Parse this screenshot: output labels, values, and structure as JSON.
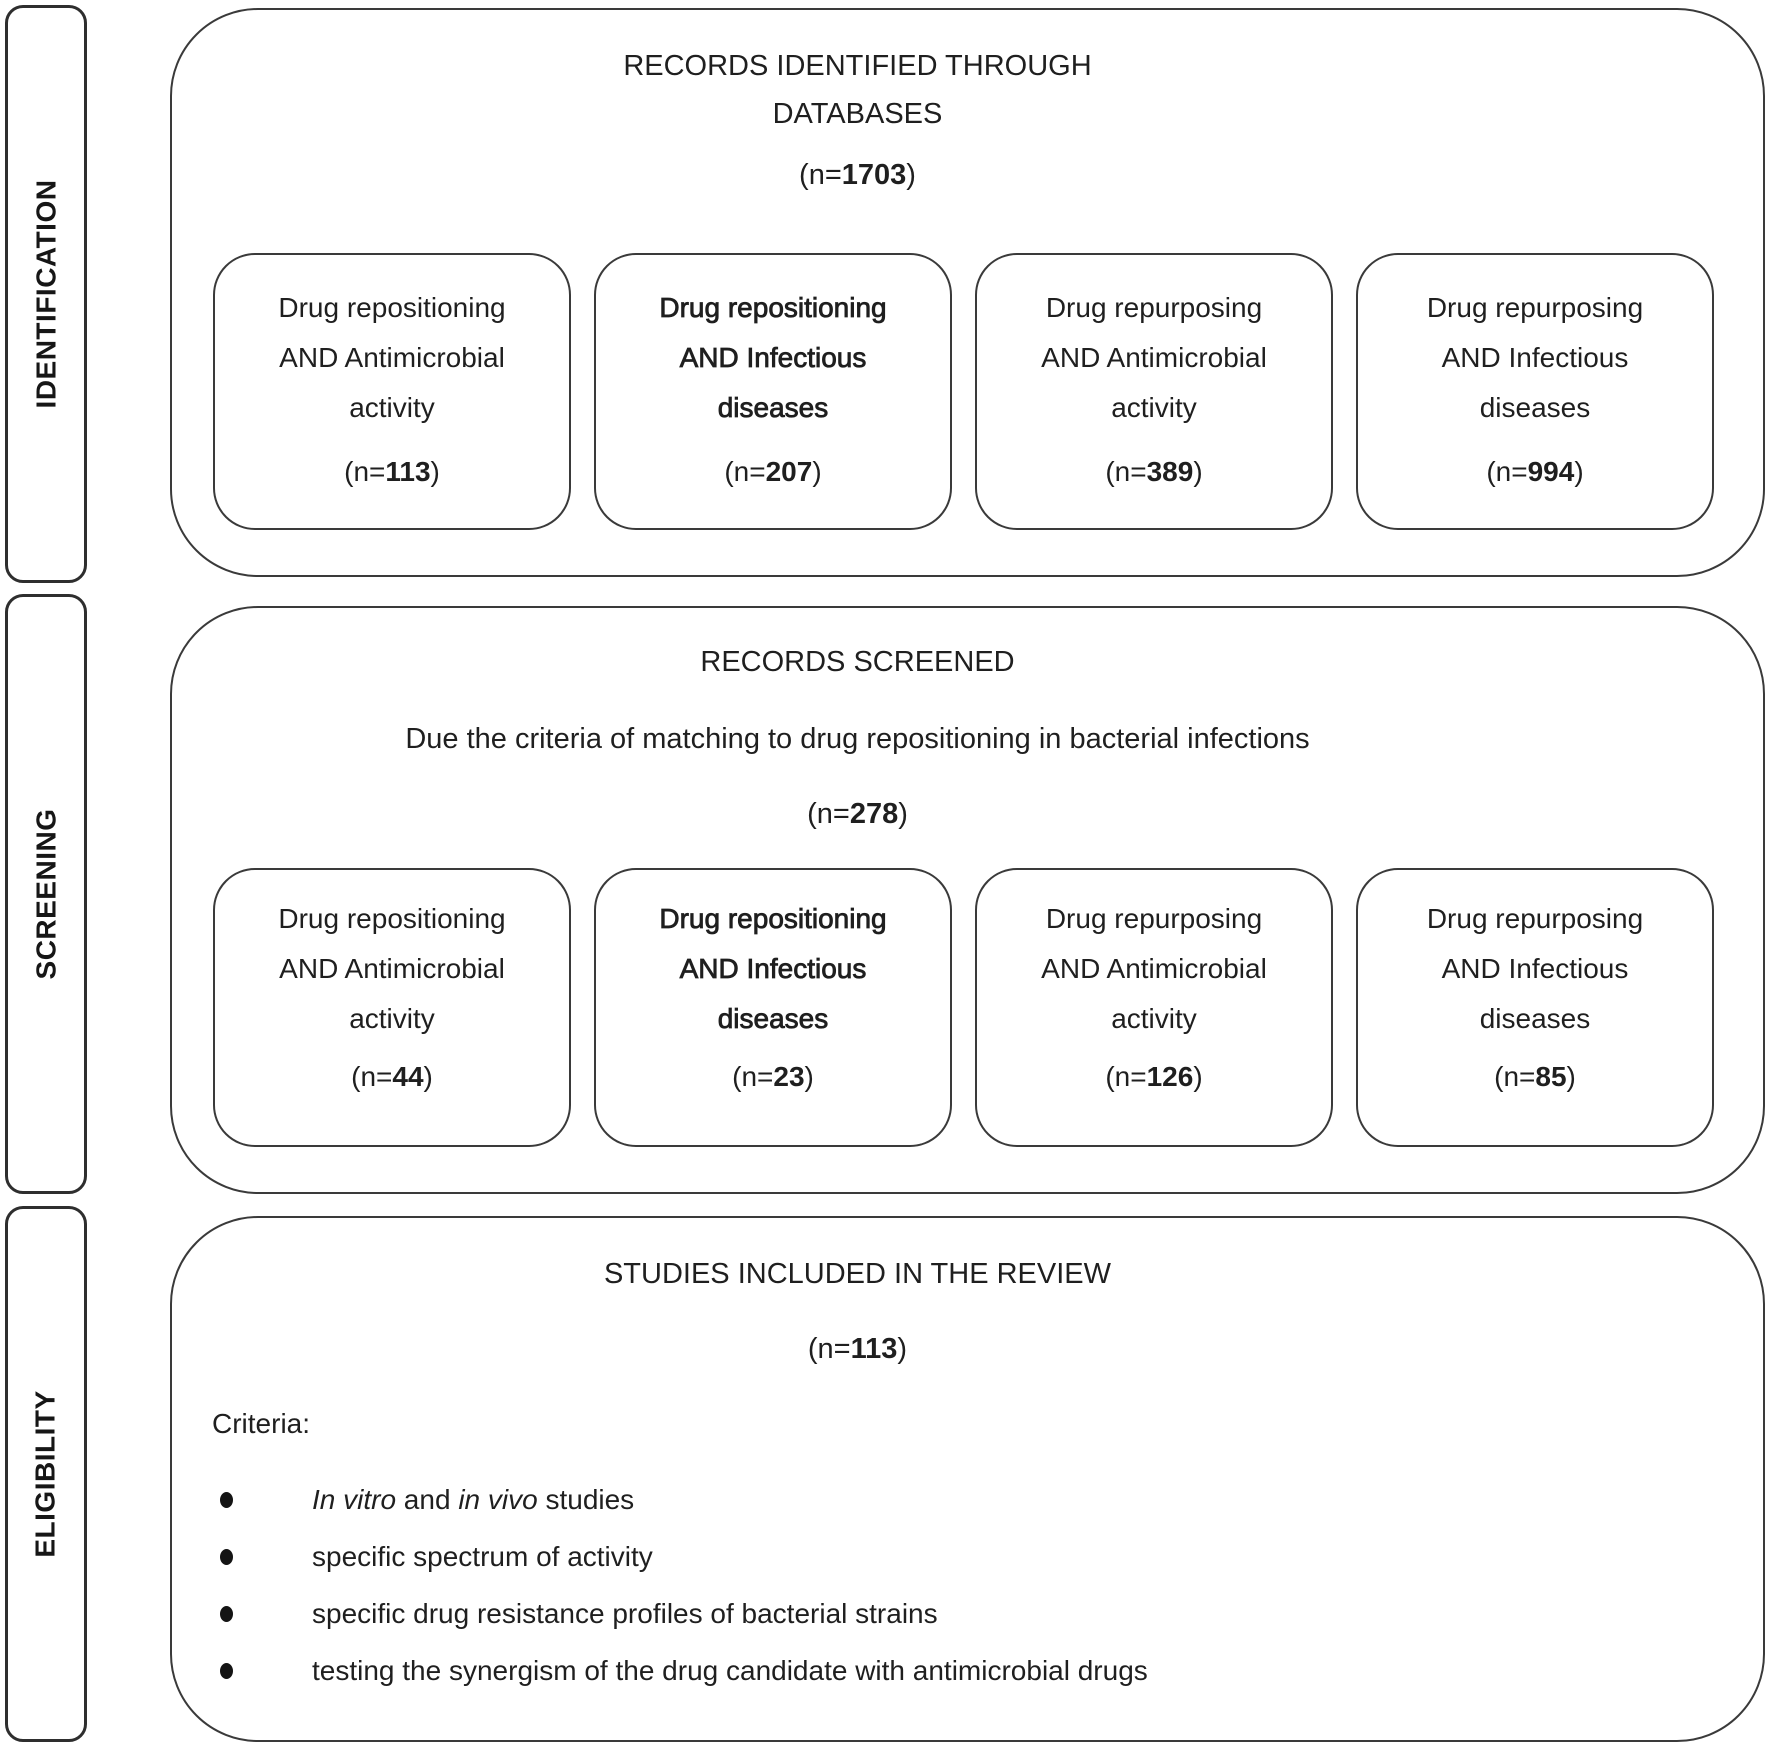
{
  "palette": {
    "border": "#3a3a3a",
    "text": "#1f1f1f",
    "background": "#ffffff"
  },
  "n_format": {
    "prefix": "(n=",
    "suffix": ")"
  },
  "sidebar": {
    "stages": [
      {
        "label": "IDENTIFICATION"
      },
      {
        "label": "SCREENING"
      },
      {
        "label": "ELIGIBILITY"
      }
    ]
  },
  "sections": [
    {
      "name": "identification",
      "title_lines": [
        "RECORDS IDENTIFIED THROUGH",
        "DATABASES"
      ],
      "n_value": "1703",
      "boxes": [
        {
          "lines": [
            "Drug repositioning",
            "AND Antimicrobial",
            "activity"
          ],
          "n_value": "113",
          "emphasis": false
        },
        {
          "lines": [
            "Drug repositioning",
            "AND Infectious",
            "diseases"
          ],
          "n_value": "207",
          "emphasis": true
        },
        {
          "lines": [
            "Drug repurposing",
            "AND Antimicrobial",
            "activity"
          ],
          "n_value": "389",
          "emphasis": false
        },
        {
          "lines": [
            "Drug repurposing",
            "AND Infectious",
            "diseases"
          ],
          "n_value": "994",
          "emphasis": false
        }
      ]
    },
    {
      "name": "screening",
      "title_lines": [
        "RECORDS SCREENED"
      ],
      "subtitle": "Due the criteria of matching to drug repositioning in bacterial infections",
      "n_value": "278",
      "boxes": [
        {
          "lines": [
            "Drug repositioning",
            "AND Antimicrobial",
            "activity"
          ],
          "n_value": "44",
          "emphasis": false
        },
        {
          "lines": [
            "Drug repositioning",
            "AND Infectious",
            "diseases"
          ],
          "n_value": "23",
          "emphasis": true
        },
        {
          "lines": [
            "Drug repurposing",
            "AND Antimicrobial",
            "activity"
          ],
          "n_value": "126",
          "emphasis": false
        },
        {
          "lines": [
            "Drug repurposing",
            "AND Infectious",
            "diseases"
          ],
          "n_value": "85",
          "emphasis": false
        }
      ]
    },
    {
      "name": "eligibility",
      "title_lines": [
        "STUDIES INCLUDED IN THE REVIEW"
      ],
      "n_value": "113",
      "criteria_label": "Criteria:",
      "bullets": [
        {
          "segments": [
            {
              "text": "In vitro",
              "italic": true
            },
            {
              "text": " and ",
              "italic": false
            },
            {
              "text": "in vivo",
              "italic": true
            },
            {
              "text": " studies",
              "italic": false
            }
          ]
        },
        {
          "segments": [
            {
              "text": "specific spectrum of activity",
              "italic": false
            }
          ]
        },
        {
          "segments": [
            {
              "text": "specific drug resistance profiles of bacterial strains",
              "italic": false
            }
          ]
        },
        {
          "segments": [
            {
              "text": "testing the synergism of the drug candidate with antimicrobial drugs",
              "italic": false
            }
          ]
        }
      ]
    }
  ]
}
